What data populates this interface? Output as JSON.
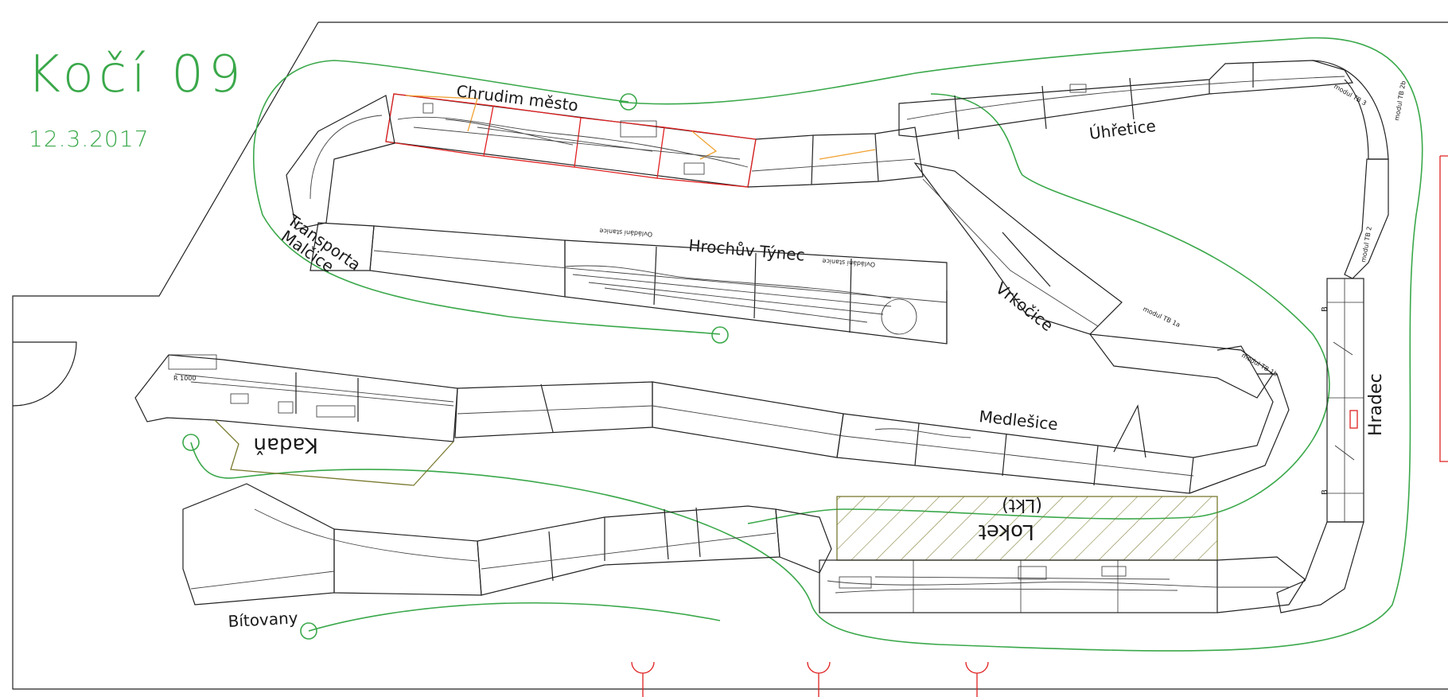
{
  "plan": {
    "title": "Kočí 09",
    "date": "12.3.2017"
  },
  "stations": {
    "chrudim": "Chrudim město",
    "hrochuv": "Hrochův Týnec",
    "uhretice": "Úhřetice",
    "vrkocice": "Vrkočice",
    "transporta_1": "Transporta",
    "transporta_2": "Malčice",
    "kadan": "Kadaň",
    "medlesice": "Medlešice",
    "hradec": "Hradec",
    "loket_1": "Loket",
    "loket_2": "(Lkt)",
    "bitovany": "Bítovany"
  },
  "labels": {
    "ovladani_1": "Ovládání stanice",
    "ovladani_2": "Ovládání stanice",
    "modul_tb3": "modul TB 3",
    "modul_tb2b": "modul TB 2b",
    "modul_tb2": "modul TB 2",
    "modul_tb1a": "modul TB 1a",
    "modul_tb1b": "modul TB 1b",
    "r1000": "R 1000",
    "b_top": "B",
    "b_bottom": "B"
  },
  "colors": {
    "frame": "#222222",
    "loop": "#3aa84a",
    "chrudim_outline": "#e02020",
    "chrudim_track": "#f0a030",
    "loket_hatch": "#7a7a30",
    "power_feed": "#e02020"
  }
}
